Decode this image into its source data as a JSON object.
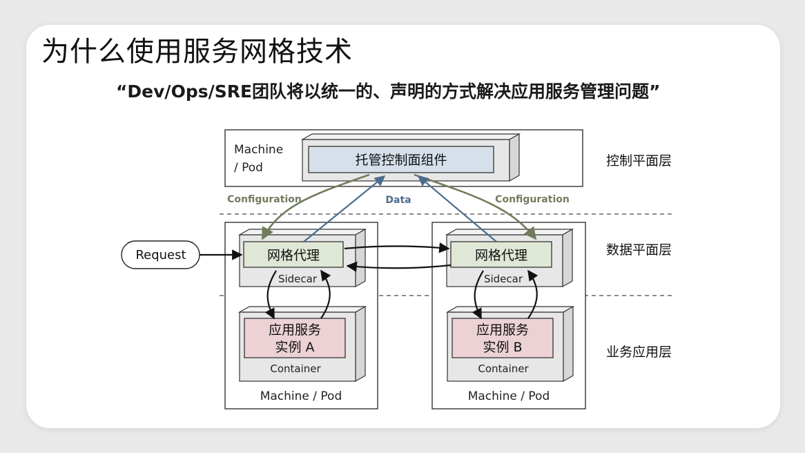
{
  "slide": {
    "title": "为什么使用服务网格技术",
    "subtitle": "“Dev/Ops/SRE团队将以统一的、声明的方式解决应用服务管理问题”"
  },
  "diagram": {
    "control_machine_label_line1": "Machine",
    "control_machine_label_line2": "/ Pod",
    "control_component": "托管控制面组件",
    "config_label_left": "Configuration",
    "data_label": "Data",
    "config_label_right": "Configuration",
    "request": "Request",
    "proxy_a": "网格代理",
    "sidecar_a": "Sidecar",
    "proxy_b": "网格代理",
    "sidecar_b": "Sidecar",
    "app_a_line1": "应用服务",
    "app_a_line2": "实例 A",
    "container_a": "Container",
    "app_b_line1": "应用服务",
    "app_b_line2": "实例 B",
    "container_b": "Container",
    "machine_pod_a": "Machine / Pod",
    "machine_pod_b": "Machine / Pod",
    "layer_control": "控制平面层",
    "layer_data": "数据平面层",
    "layer_business": "业务应用层"
  },
  "colors": {
    "configuration_arrow": "#717c5c",
    "data_arrow": "#4c6c8c",
    "control_component_fill": "#d5e0ea",
    "proxy_fill": "#dfe7d6",
    "app_fill": "#ecd2d5",
    "box3d_fill": "#e7e7e7"
  }
}
